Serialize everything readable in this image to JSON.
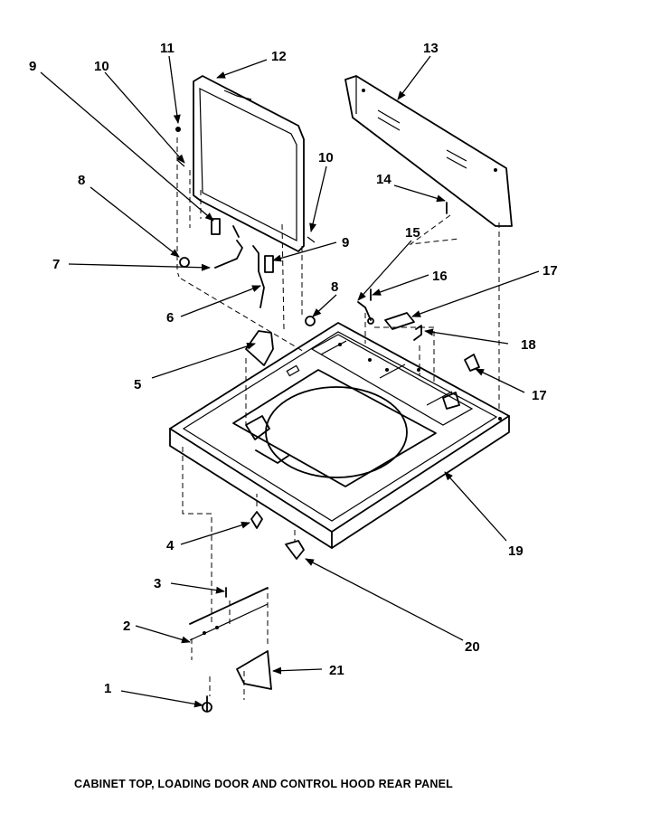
{
  "diagram": {
    "caption": "CABINET TOP, LOADING DOOR AND CONTROL HOOD REAR PANEL",
    "callouts": {
      "c1": "1",
      "c2": "2",
      "c3": "3",
      "c4": "4",
      "c5": "5",
      "c6": "6",
      "c7": "7",
      "c8a": "8",
      "c8b": "8",
      "c9a": "9",
      "c9b": "9",
      "c10a": "10",
      "c10b": "10",
      "c11": "11",
      "c12": "12",
      "c13": "13",
      "c14": "14",
      "c15": "15",
      "c16": "16",
      "c17a": "17",
      "c17b": "17",
      "c18": "18",
      "c19": "19",
      "c20": "20",
      "c21": "21"
    }
  }
}
